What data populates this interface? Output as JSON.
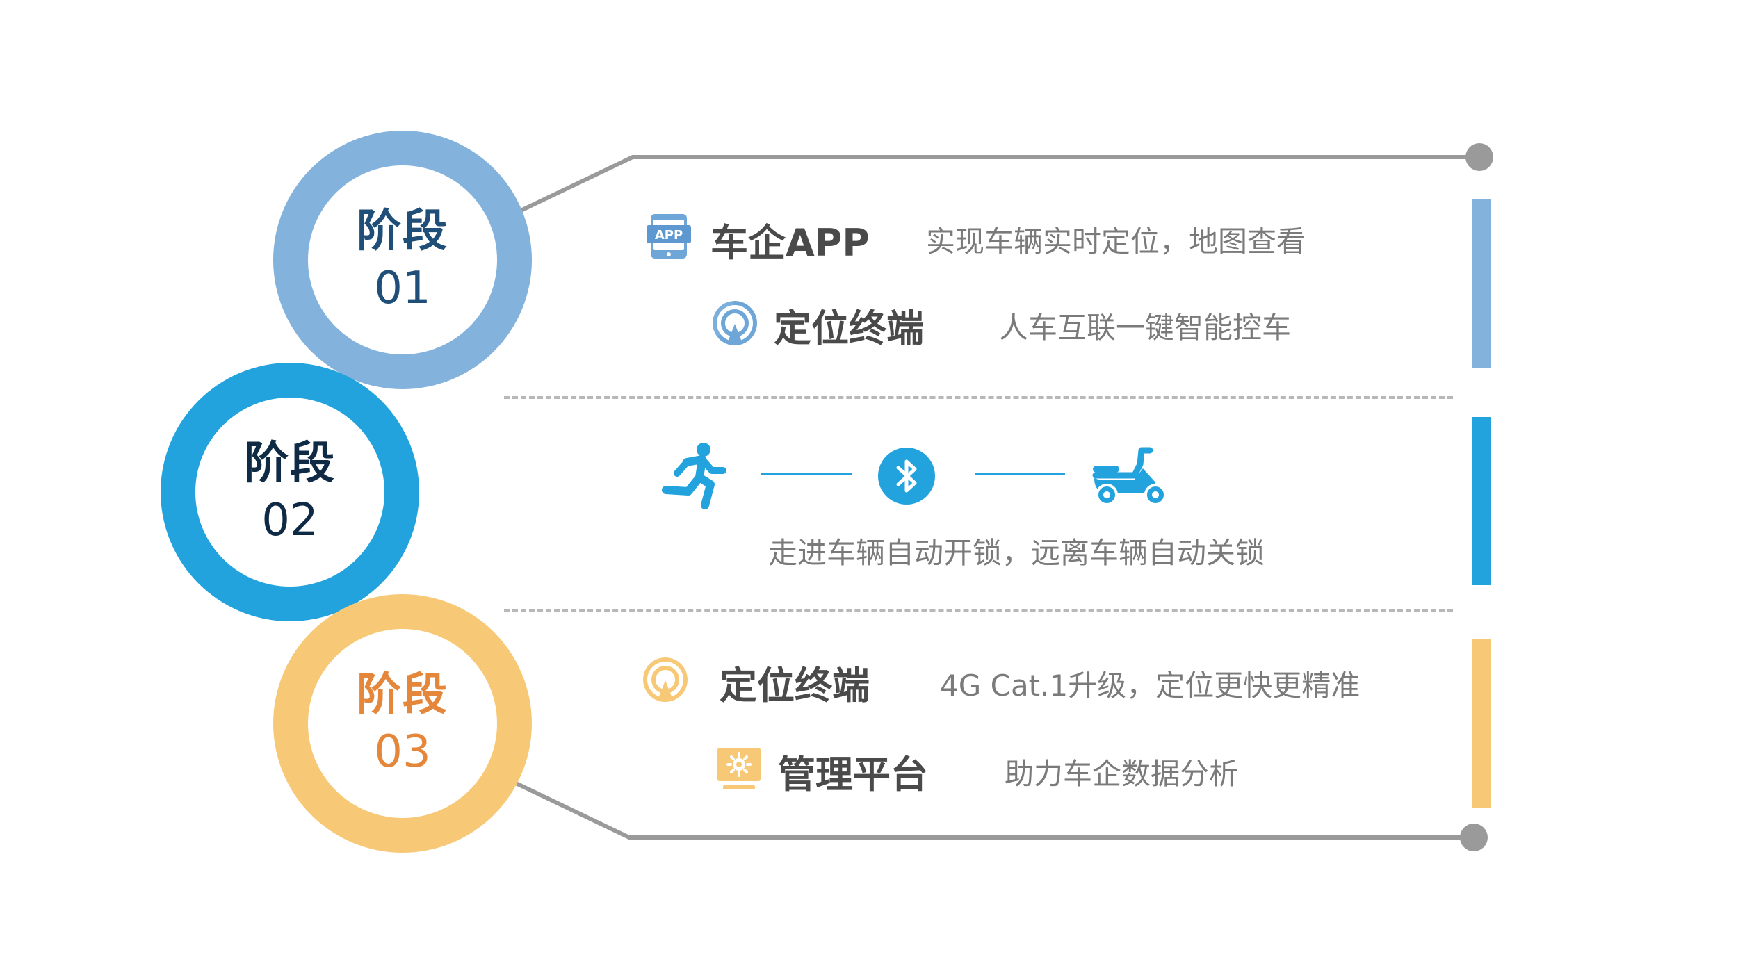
{
  "colors": {
    "stage1": "#83b2dc",
    "stage1_text": "#1f4e79",
    "stage2": "#23a3dd",
    "stage2_text": "#0f2a44",
    "stage3": "#f7c976",
    "stage3_text": "#e5873b",
    "connector": "#9a9a9a",
    "dash": "#b8b8b8"
  },
  "stages": [
    {
      "label": "阶段",
      "number": "01",
      "items": [
        {
          "icon": "app-phone-icon",
          "title": "车企APP",
          "desc": "实现车辆实时定位，地图查看"
        },
        {
          "icon": "location-signal-icon",
          "title": "定位终端",
          "desc": "人车互联一键智能控车"
        }
      ]
    },
    {
      "label": "阶段",
      "number": "02",
      "flow_icons": [
        "running-person-icon",
        "bluetooth-icon",
        "scooter-icon"
      ],
      "desc": "走进车辆自动开锁，远离车辆自动关锁"
    },
    {
      "label": "阶段",
      "number": "03",
      "items": [
        {
          "icon": "location-signal-icon",
          "title": "定位终端",
          "desc": "4G Cat.1升级，定位更快更精准"
        },
        {
          "icon": "monitor-gear-icon",
          "title": "管理平台",
          "desc": "助力车企数据分析"
        }
      ]
    }
  ]
}
